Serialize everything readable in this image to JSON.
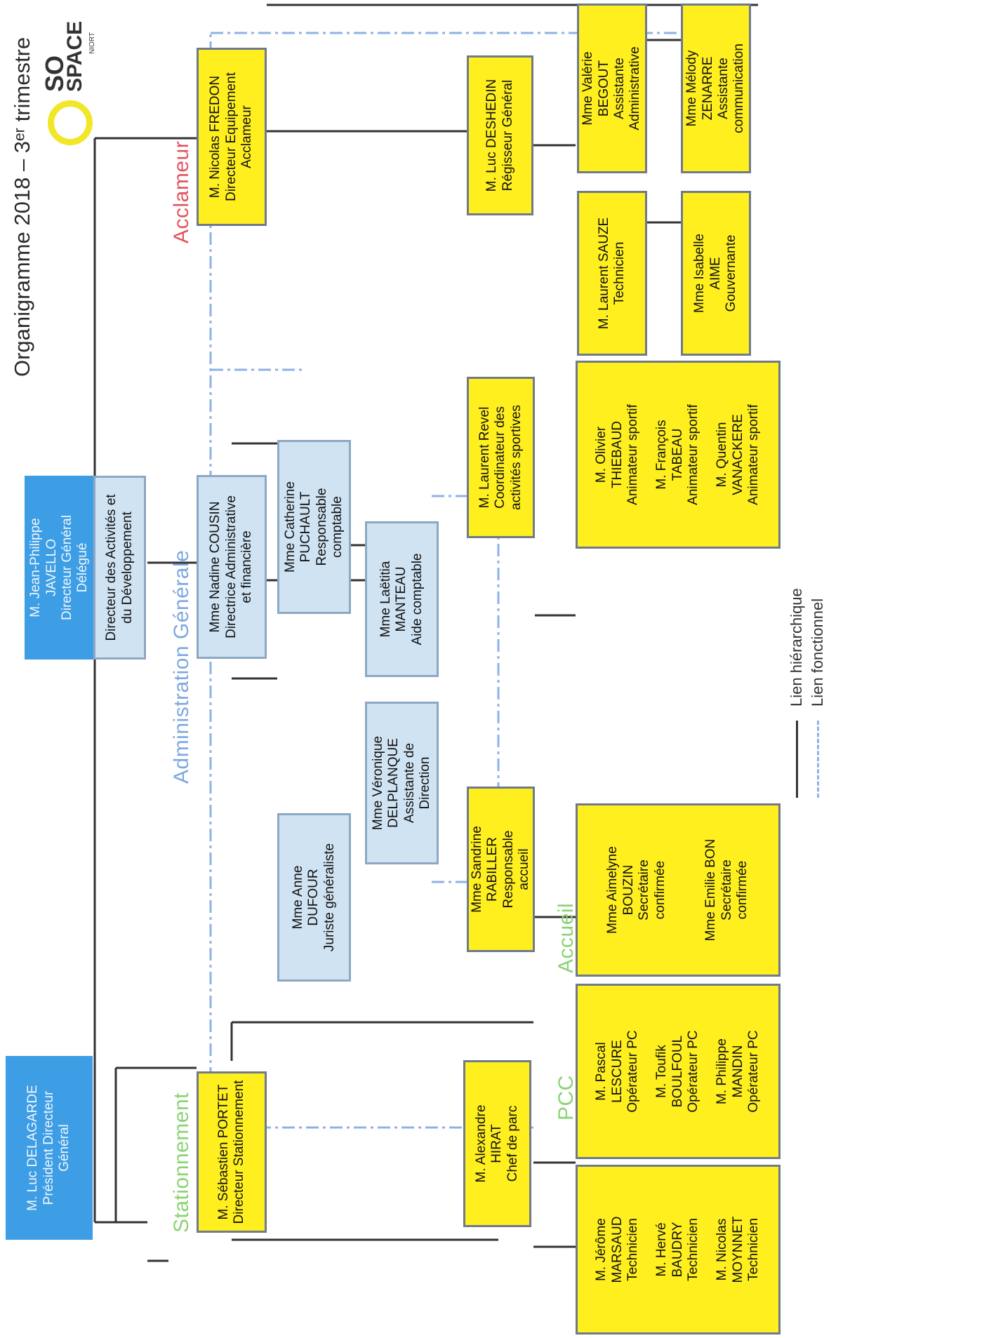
{
  "title": "Organigramme 2018 – 3ᵉʳ trimestre",
  "logo": {
    "line1": "SO",
    "line2": "SPACE",
    "line3": "NIORT"
  },
  "sections": {
    "acclameur": "Acclameur",
    "administration": "Administration Générale",
    "accueil": "Accueil",
    "pcc": "PCC",
    "stationnement": "Stationnement"
  },
  "nodes": {
    "president": [
      "M. Luc DELAGARDE",
      "Président Directeur",
      "Général"
    ],
    "dg_delegue": [
      "M. Jean-Philippe",
      "JAVELLO",
      "Directeur Général",
      "Délégué"
    ],
    "dir_activites": [
      "Directeur des Activités et",
      "du Développement"
    ],
    "fredon": [
      "M. Nicolas FREDON",
      "Directeur Equipement",
      "Acclameur"
    ],
    "cousin": [
      "Mme Nadine COUSIN",
      "Directrice Administrative",
      "et financière"
    ],
    "portet": [
      "M. Sébastien PORTET",
      "Directeur Stationnement"
    ],
    "puchault": [
      "Mme Catherine",
      "PUCHAULT",
      "Responsable",
      "comptable"
    ],
    "manteau": [
      "Mme Laëtitia",
      "MANTEAU",
      "Aide comptable"
    ],
    "delplanque": [
      "Mme Véronique",
      "DELPLANQUE",
      "Assistante de",
      "Direction"
    ],
    "dufour": [
      "Mme Anne",
      "DUFOUR",
      "Juriste généraliste"
    ],
    "deshedin": [
      "M. Luc DESHEDIN",
      "Régisseur Général"
    ],
    "revel": [
      "M. Laurent Revel",
      "Coordinateur des",
      "activités sportives"
    ],
    "rabiller": [
      "Mme Sandrine",
      "RABILLER",
      "Responsable",
      "accueil"
    ],
    "hirat": [
      "M. Alexandre",
      "HIRAT",
      "Chef de parc"
    ],
    "begout": [
      "Mme Valérie",
      "BEGOUT",
      "Assistante",
      "Administrative"
    ],
    "zenarre": [
      "Mme Mélody",
      "ZENARRE",
      "Assistante",
      "communication"
    ],
    "sauze": [
      "M. Laurent SAUZE",
      "Technicien"
    ],
    "aime": [
      "Mme Isabelle",
      "AIME",
      "Gouvernante"
    ]
  },
  "groups": {
    "animateurs": [
      [
        "M. Olivier",
        "THIEBAUD",
        "Animateur sportif"
      ],
      [
        "M. François",
        "TABEAU",
        "Animateur sportif"
      ],
      [
        "M. Quentin",
        "VANACKERE",
        "Animateur sportif"
      ]
    ],
    "secretaires": [
      [
        "Mme Aimelyne",
        "BOUZIN",
        "Secrétaire",
        "confirmée"
      ],
      [
        "Mme Emilie BON",
        "Secrétaire",
        "confirmée"
      ]
    ],
    "operateurs": [
      [
        "M. Pascal",
        "LESCURE",
        "Opérateur PC"
      ],
      [
        "M. Toufik",
        "BOULFOUL",
        "Opérateur PC"
      ],
      [
        "M. Philippe",
        "MANDIN",
        "Opérateur PC"
      ]
    ],
    "techniciens": [
      [
        "M. Jérôme",
        "MARSAUD",
        "Technicien"
      ],
      [
        "M. Hervé",
        "BAUDRY",
        "Technicien"
      ],
      [
        "M. Nicolas",
        "MOYNNET",
        "Technicien"
      ]
    ]
  },
  "legend": {
    "hierarchique": "Lien hiérarchique",
    "fonctionnel": "Lien fonctionnel"
  },
  "colors": {
    "yellow_box": "#ffef1f",
    "light_blue_box": "#cfe3f3",
    "dark_blue_box": "#3d9ee6",
    "acclameur": "#e3545d",
    "administration": "#7ea7e0",
    "green_sections": "#8ad372",
    "hierarchical_link": "#333333",
    "functional_link": "#8fb2e6"
  }
}
